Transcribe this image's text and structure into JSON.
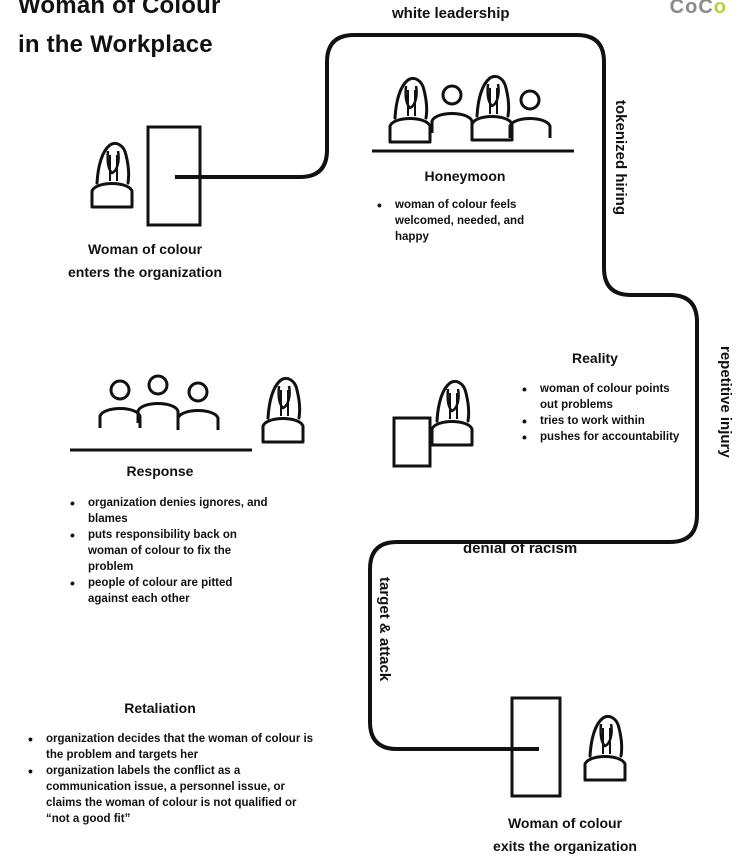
{
  "title": {
    "line1": "Woman of Colour",
    "line2": "in the Workplace"
  },
  "brand": {
    "text_main": "CoC",
    "text_accent": "o",
    "accent_color": "#b9cf3a",
    "main_color": "#8a8a8a"
  },
  "path_labels": {
    "white_leadership": "white leadership",
    "tokenized_hiring": "tokenized hiring",
    "repetitive_injury": "repetitive injury",
    "denial_of_racism": "denial of racism",
    "target_attack": "target & attack"
  },
  "enter": {
    "line1": "Woman of colour",
    "line2": "enters the organization"
  },
  "exit": {
    "line1": "Woman of colour",
    "line2": "exits the organization"
  },
  "honeymoon": {
    "title": "Honeymoon",
    "bullets": [
      "woman of colour feels welcomed, needed, and happy"
    ]
  },
  "reality": {
    "title": "Reality",
    "bullets": [
      "woman of colour points out problems",
      "tries to work within",
      "pushes for accountability"
    ]
  },
  "response": {
    "title": "Response",
    "bullets": [
      "organization denies ignores, and blames",
      "puts responsibility back on woman of colour to fix the problem",
      "people of colour are pitted against each other"
    ]
  },
  "retaliation": {
    "title": "Retaliation",
    "bullets": [
      "organization decides that the woman of colour is the problem and targets her",
      "organization labels the conflict as a communication issue, a personnel issue, or claims the woman of colour is not qualified or “not a good fit”"
    ]
  },
  "icons": [
    "woman-figure-icon",
    "person-figure-icon",
    "door-icon",
    "paper-icon",
    "table-line"
  ]
}
